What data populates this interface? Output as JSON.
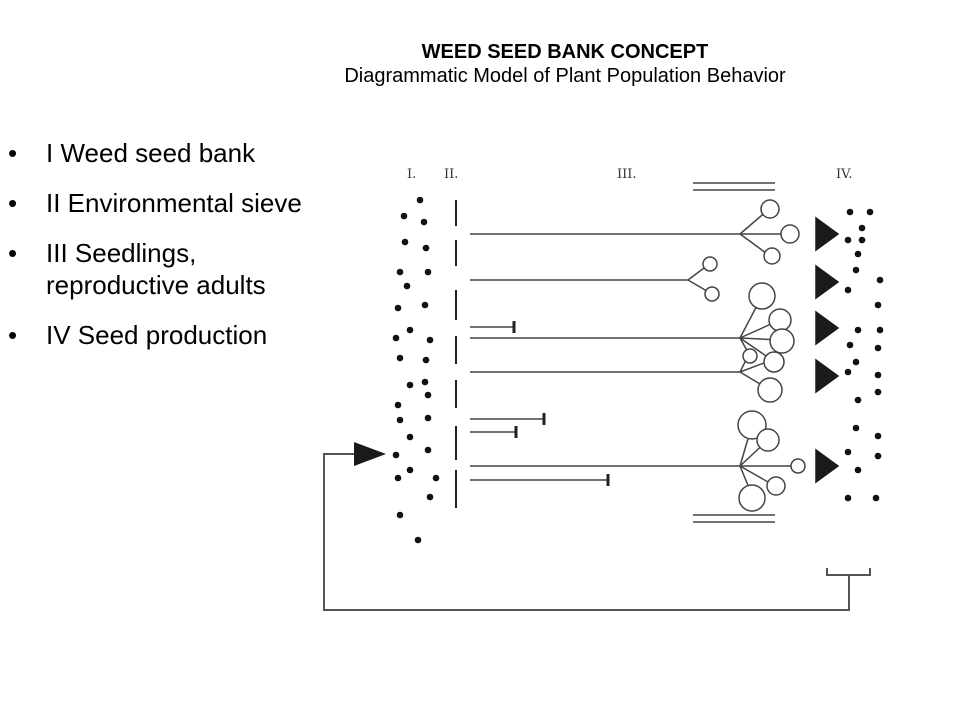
{
  "slide": {
    "title": "WEED SEED BANK CONCEPT",
    "subtitle": "Diagrammatic Model of Plant Population Behavior"
  },
  "bullets": [
    {
      "text": "I   Weed seed bank"
    },
    {
      "text": "II  Environmental sieve"
    },
    {
      "text": "III  Seedlings, reproductive adults"
    },
    {
      "text": "IV Seed production"
    }
  ],
  "diagram": {
    "stage_labels": [
      "I.",
      "II.",
      "III.",
      "IV."
    ],
    "colors": {
      "ink": "#111111",
      "line": "#444444",
      "arrow": "#1a1a1a"
    }
  }
}
